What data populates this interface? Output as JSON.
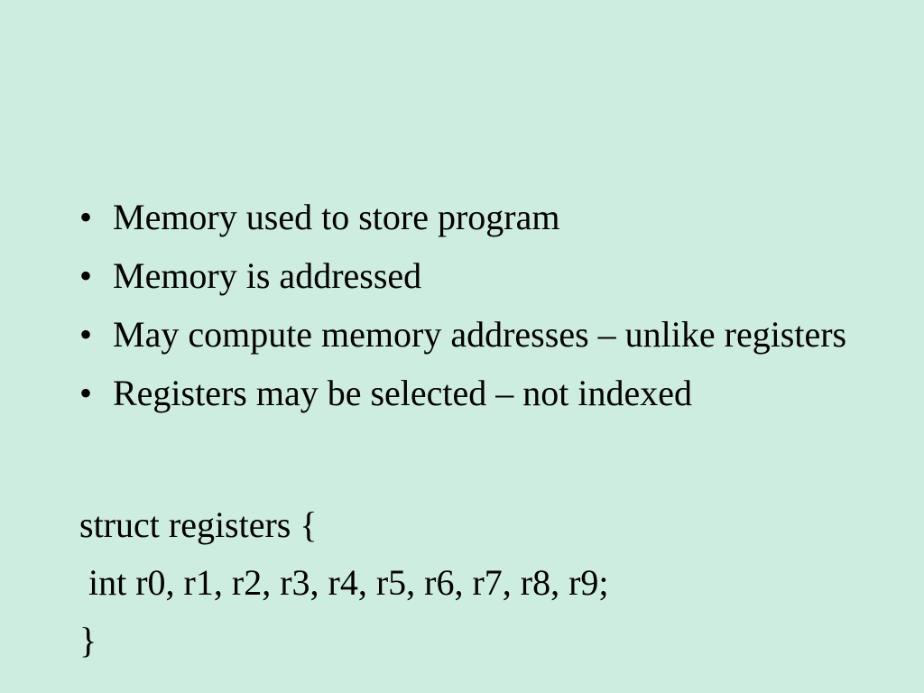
{
  "slide": {
    "background": "#CDEDE0",
    "bullet_glyph": "•",
    "bullets": [
      "Memory used to store program",
      "Memory is addressed",
      "May compute memory addresses – unlike registers",
      "Registers may be selected – not indexed"
    ],
    "code_lines": [
      "struct registers {",
      " int r0, r1, r2, r3, r4, r5, r6, r7, r8, r9;",
      "}"
    ]
  }
}
